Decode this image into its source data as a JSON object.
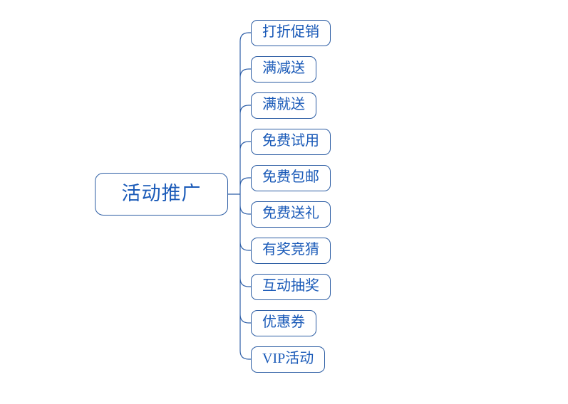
{
  "mindmap": {
    "root": {
      "label": "活动推广"
    },
    "children": [
      {
        "label": "打折促销"
      },
      {
        "label": "满减送"
      },
      {
        "label": "满就送"
      },
      {
        "label": "免费试用"
      },
      {
        "label": "免费包邮"
      },
      {
        "label": "免费送礼"
      },
      {
        "label": "有奖竞猜"
      },
      {
        "label": "互动抽奖"
      },
      {
        "label": "优惠券"
      },
      {
        "label": "VIP活动"
      }
    ],
    "colors": {
      "line": "#2E5FA8",
      "node_border": "#2B5CA3",
      "text": "#1A5AB8",
      "background": "#FFFFFF"
    }
  }
}
